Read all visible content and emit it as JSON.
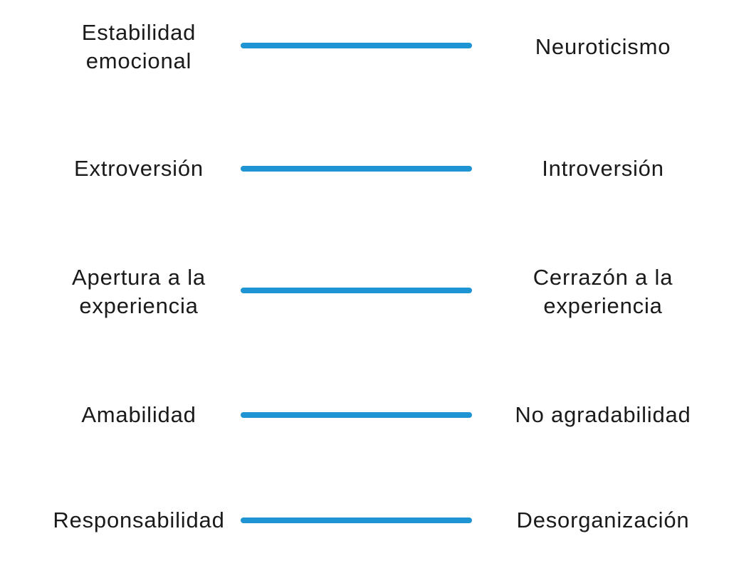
{
  "diagram": {
    "description": "Big Five personality traits and their opposites",
    "pairs": [
      {
        "left": "Estabilidad\nemocional",
        "right": "Neuroticismo"
      },
      {
        "left": "Extroversión",
        "right": "Introversión"
      },
      {
        "left": "Apertura a la\nexperiencia",
        "right": "Cerrazón a la\nexperiencia"
      },
      {
        "left": "Amabilidad",
        "right": "No agradabilidad"
      },
      {
        "left": "Responsabilidad",
        "right": "Desorganización"
      }
    ],
    "colors": {
      "connector": "#1E94D2",
      "text": "#1A1A1A",
      "background": "#FFFFFF"
    }
  }
}
